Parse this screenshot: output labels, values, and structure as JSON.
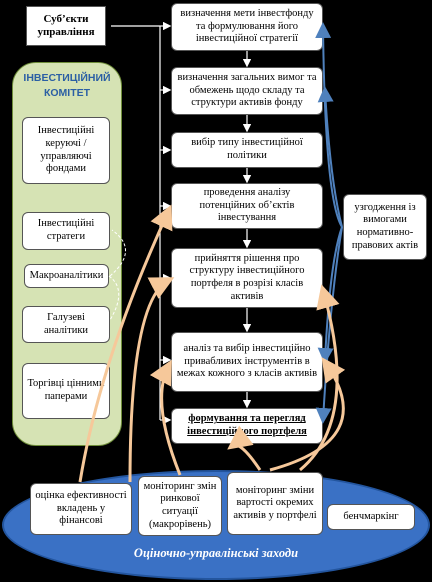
{
  "subjects_title": "Суб’єкти управління",
  "committee": {
    "title": "ІНВЕСТИЦІЙНИЙ КОМІТЕТ",
    "members": [
      "Інвестиційні керуючі / управляючі фондами",
      "Інвестиційні стратеги",
      "Макроаналітики",
      "Галузеві аналітики",
      "Торгівці цінними паперами"
    ]
  },
  "steps": [
    "визначення мети інвестфонду та формулювання його інвестиційної стратегії",
    "визначення загальних вимог та обмежень щодо складу та структури активів фонду",
    "вибір типу інвестиційної політики",
    "проведення аналізу потенційних об’єктів інвестування",
    "прийняття рішення про структуру інвестиційного портфеля в розрізі класів активів",
    "аналіз та вибір інвестиційно привабливих інструментів в межах кожного з класів активів",
    "формування та перегляд інвестиційного портфеля"
  ],
  "compliance": "узгодження із вимогами нормативно-правових актів",
  "evaluation": {
    "title": "Оціночно-управлінські заходи",
    "items": [
      "оцінка ефективності вкладень у фінансові",
      "моніторинг змін ринкової ситуації (макрорівень)",
      "моніторинг зміни вартості окремих активів у портфелі",
      "бенчмаркінг"
    ]
  },
  "colors": {
    "background": "#000000",
    "committee_fill": "#d6e3b4",
    "committee_title": "#2b5fa4",
    "ellipse_fill": "#3a71c5",
    "orange_arrow": "#f6c89a",
    "blue_arrow": "#4f81bd"
  }
}
